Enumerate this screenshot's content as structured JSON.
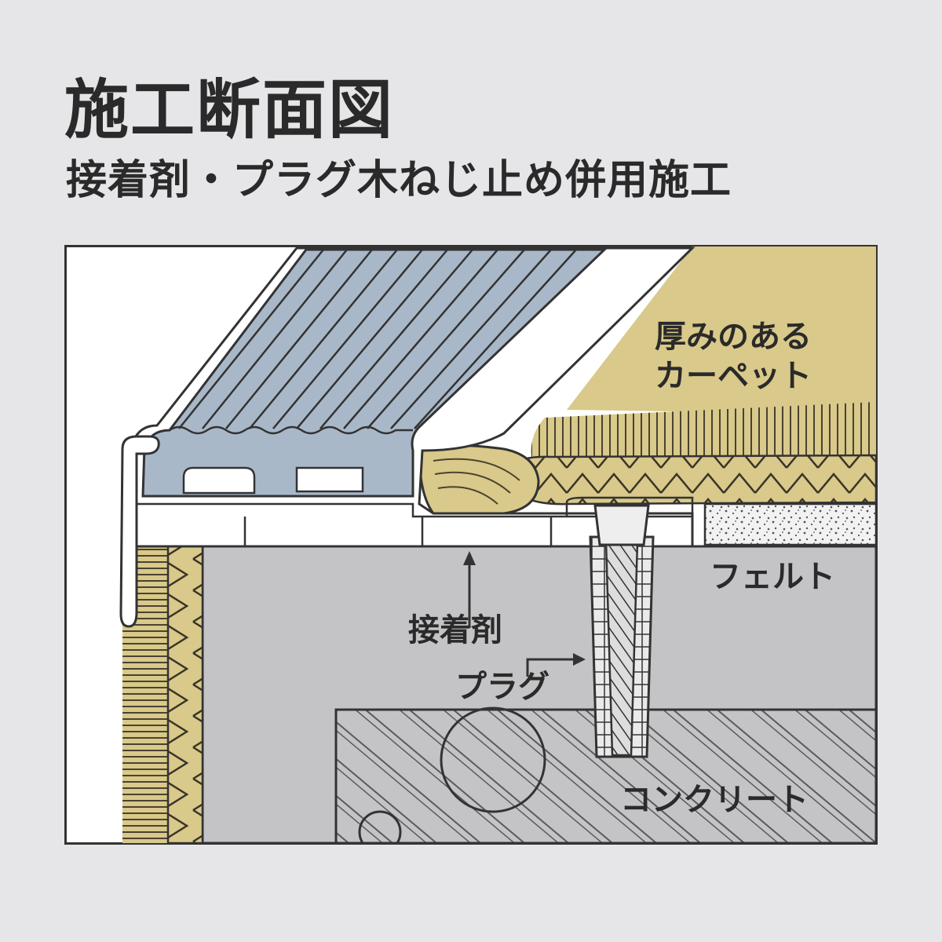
{
  "header": {
    "title": "施工断面図",
    "subtitle": "接着剤・プラグ木ねじ止め併用施工"
  },
  "labels": {
    "carpet_line1": "厚みのある",
    "carpet_line2": "カーペット",
    "felt": "フェルト",
    "adhesive": "接着剤",
    "plug": "プラグ",
    "concrete": "コンクリート"
  },
  "colors": {
    "background": "#e6e6e8",
    "tread_insert": "#a9b8c9",
    "carpet": "#d9c98a",
    "concrete": "#c4c4c6",
    "felt": "#f2f2f2"
  }
}
